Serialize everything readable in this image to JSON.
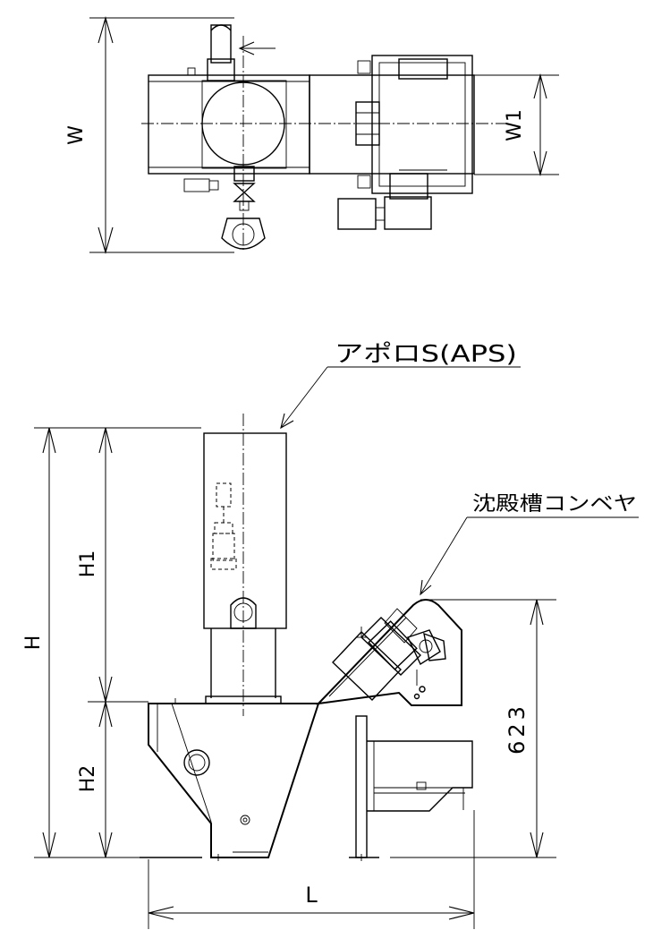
{
  "labels": {
    "apollo": "アポロS(APS)",
    "conveyor": "沈殿槽コンベヤ"
  },
  "dimensions": {
    "W": "W",
    "W1": "W1",
    "H": "H",
    "H1": "H1",
    "H2": "H2",
    "L": "L",
    "value_623": "623"
  }
}
